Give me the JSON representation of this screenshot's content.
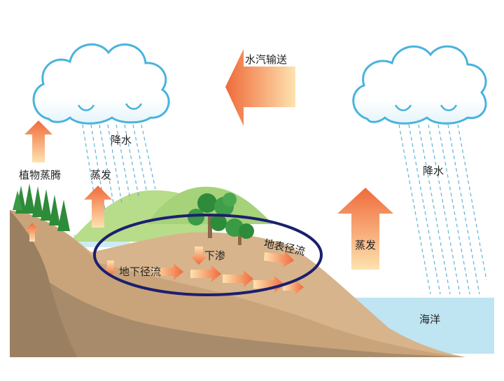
{
  "diagram": {
    "labels": {
      "vapor_transport": "水汽输送",
      "precip_left": "降水",
      "precip_right": "降水",
      "transpiration": "植物蒸腾",
      "evap_land": "蒸发",
      "evap_sea": "蒸发",
      "infiltration": "下渗",
      "groundwater_runoff": "地下径流",
      "surface_runoff": "地表径流",
      "ocean": "海洋"
    },
    "colors": {
      "arrow_dark": "#f06a3a",
      "arrow_light": "#fde3b0",
      "ground": "#d7b48b",
      "ground_dark": "#a88b6a",
      "hill_green": "#b7dc8a",
      "water": "#bfe4f2",
      "rain": "#5fb3d6",
      "cloud_outline": "#49b3dc",
      "ellipse": "#1c1f6e",
      "tree": "#2e8b3a"
    }
  }
}
